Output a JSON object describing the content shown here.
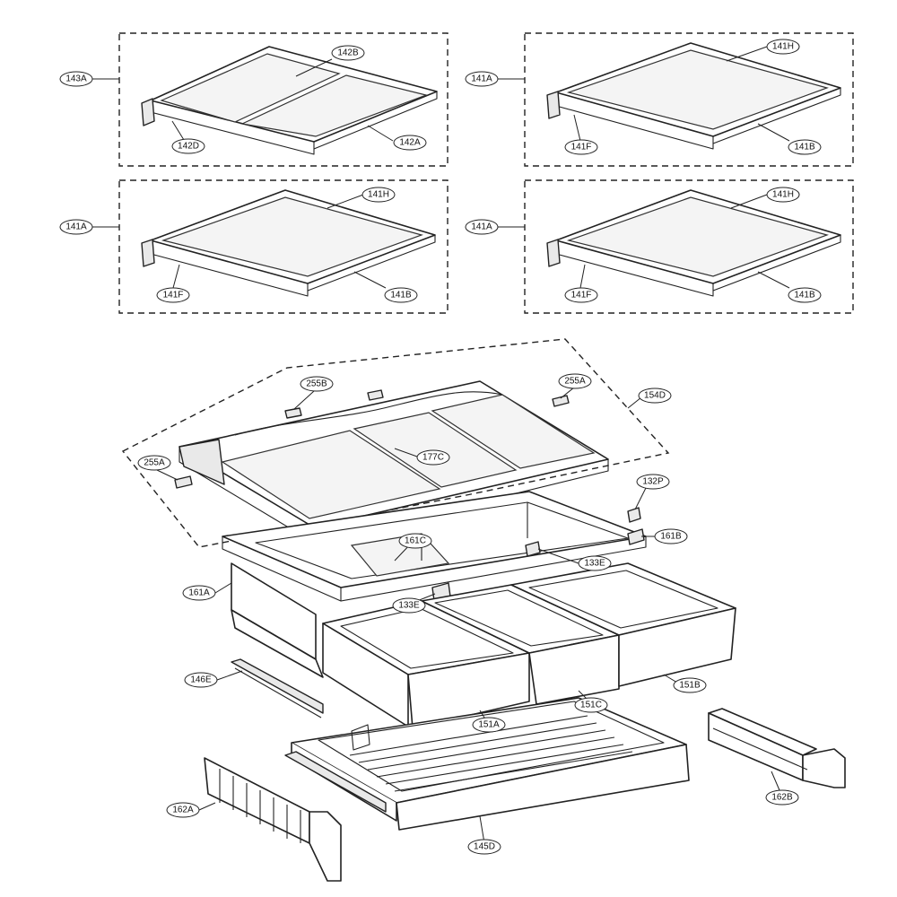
{
  "callouts": {
    "c143A": "143A",
    "c142B": "142B",
    "c142D": "142D",
    "c142A": "142A",
    "c141A_1": "141A",
    "c141H_1": "141H",
    "c141F_1": "141F",
    "c141B_1": "141B",
    "c141A_2": "141A",
    "c141H_2": "141H",
    "c141F_2": "141F",
    "c141B_2": "141B",
    "c141A_3": "141A",
    "c141H_3": "141H",
    "c141F_3": "141F",
    "c141B_3": "141B",
    "c255B": "255B",
    "c255A_1": "255A",
    "c154D": "154D",
    "c255A_2": "255A",
    "c177C": "177C",
    "c132P": "132P",
    "c161B": "161B",
    "c161C": "161C",
    "c133E_1": "133E",
    "c161A": "161A",
    "c133E_2": "133E",
    "c146E": "146E",
    "c151B": "151B",
    "c151C": "151C",
    "c151A": "151A",
    "c162B": "162B",
    "c162A": "162A",
    "c145D": "145D"
  }
}
